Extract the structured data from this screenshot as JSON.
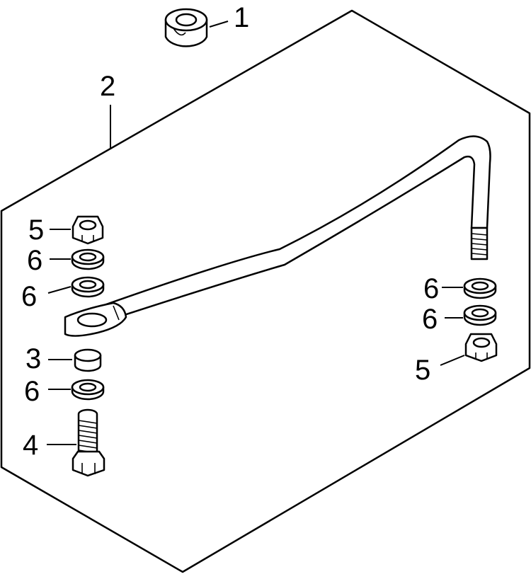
{
  "callouts": {
    "c1": "1",
    "c2": "2",
    "c3": "3",
    "c4": "4",
    "c5_left": "5",
    "c5_right": "5",
    "c6_left_a": "6",
    "c6_left_b": "6",
    "c6_left_c": "6",
    "c6_right_a": "6",
    "c6_right_b": "6"
  },
  "parts": {
    "bushing": "part-1-bushing",
    "kit_outline": "part-2-kit-outline",
    "spacer": "part-3-spacer",
    "bolt": "part-4-bolt",
    "locknut": "part-5-locknut",
    "washer": "part-6-washer",
    "link_rod": "link-rod"
  }
}
